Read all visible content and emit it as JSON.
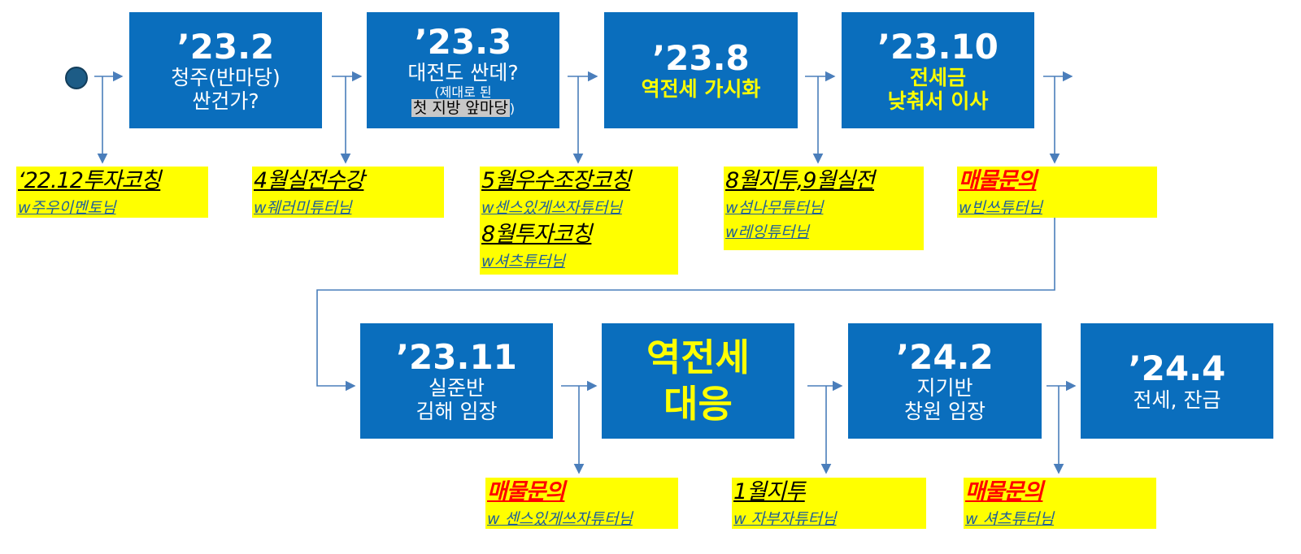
{
  "colors": {
    "box": "#0a6ebd",
    "note": "#ffff00",
    "accent": "#ffff00",
    "red": "#ff0000",
    "link": "#1f5f9a",
    "arrow": "#4a7ebb"
  },
  "steps": [
    {
      "year": "’23.2",
      "lines": [
        "청주(반마당)",
        "싼건가?"
      ]
    },
    {
      "year": "’23.3",
      "lines": [
        "대전도 싼데?"
      ],
      "small": "(제대로 된",
      "highlight": "첫 지방 앞마당",
      ")": ")"
    },
    {
      "year": "’23.8",
      "highlight": "역전세 가시화"
    },
    {
      "year": "’23.10",
      "highlight_lines": [
        "전세금",
        "낮춰서 이사"
      ]
    },
    {
      "year": "’23.11",
      "lines": [
        "실준반",
        "김해 임장"
      ]
    },
    {
      "big_lines": [
        "역전세",
        "대응"
      ]
    },
    {
      "year": "’24.2",
      "lines": [
        "지기반",
        "창원 임장"
      ]
    },
    {
      "year": "’24.4",
      "lines": [
        "전세, 잔금"
      ]
    }
  ],
  "notes": [
    {
      "items": [
        {
          "head": "‘22.12투자코칭",
          "sub": "w주우이멘토님"
        }
      ]
    },
    {
      "items": [
        {
          "head": "4월실전수강",
          "sub": "w줴러미튜터님"
        }
      ]
    },
    {
      "items": [
        {
          "head": "5월우수조장코칭",
          "sub": "w센스있게쓰자튜터님"
        },
        {
          "head": "8월투자코칭",
          "sub": "w셔츠튜터님"
        }
      ]
    },
    {
      "items": [
        {
          "head": "8월지투,9월실전",
          "sub": "w섬나무튜터님",
          "sub2": "w레잉튜터님"
        }
      ]
    },
    {
      "items": [
        {
          "head": "매물문의",
          "sub": "w빈쓰튜터님"
        }
      ]
    },
    {
      "items": [
        {
          "head": "매물문의",
          "sub": "w 센스있게쓰자튜터님"
        }
      ]
    },
    {
      "items": [
        {
          "head": "1월지투",
          "sub": "w 자부자튜터님"
        }
      ]
    },
    {
      "items": [
        {
          "head": "매물문의",
          "sub": "w 셔츠튜터님"
        }
      ]
    }
  ]
}
